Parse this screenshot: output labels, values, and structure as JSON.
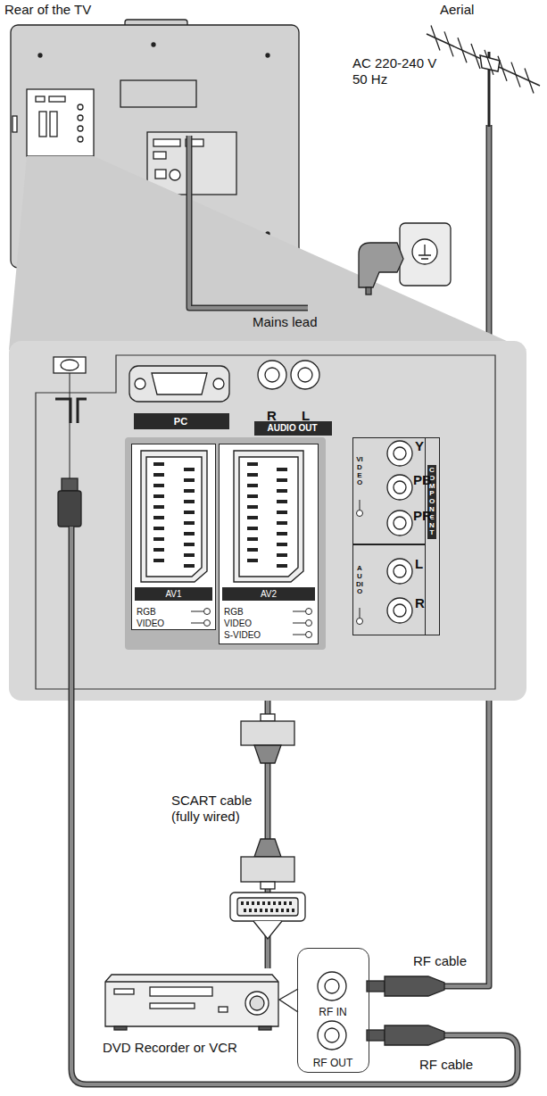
{
  "diagram": {
    "nodes": [
      {
        "text": [
          "Rear of the TV"
        ]
      },
      {
        "text": [
          "Aerial"
        ]
      },
      {
        "text": [
          "AC 220-240 V 50 Hz"
        ]
      },
      {
        "text": [
          "PC"
        ]
      },
      {
        "text": [
          "AUDIO OUT"
        ]
      },
      {
        "text": [
          "AV1",
          "RGB",
          "VIDEO"
        ]
      },
      {
        "text": [
          "AV2",
          "RGB",
          "VIDEO",
          "S-VIDEO"
        ]
      },
      {
        "text": [
          "COMPONENT"
        ]
      },
      {
        "text": [
          "VIDEO"
        ],
        "in": 7
      },
      {
        "text": [
          "AUDIO"
        ],
        "in": 7
      },
      {
        "text": [
          "RF IN",
          "RF OUT"
        ]
      },
      {
        "text": [
          "DVD Recorder or VCR"
        ]
      }
    ],
    "edges": [
      {
        "from": 1,
        "to": 10,
        "arrow": "none",
        "label": "RF cable"
      },
      {
        "from": 0,
        "to": 2,
        "arrow": "none",
        "label": "Mains lead"
      },
      {
        "from": 6,
        "to": 11,
        "arrow": "none",
        "label": "SCART cable (fully wired)"
      }
    ],
    "labels": [
      "R",
      "L",
      "Y",
      "PB",
      "PR",
      "L",
      "R",
      "RF cable"
    ]
  }
}
